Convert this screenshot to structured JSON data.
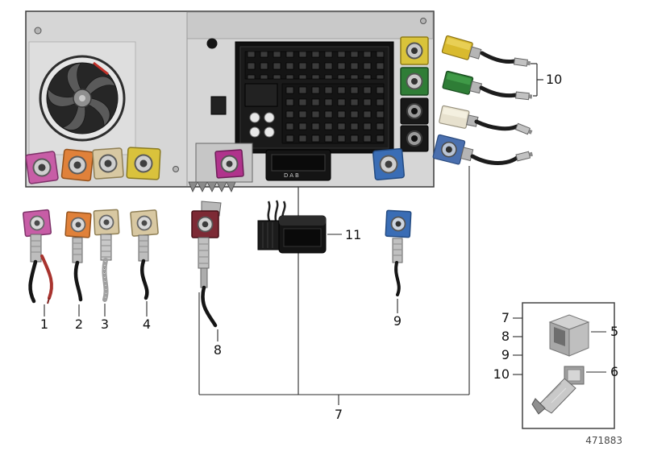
{
  "part_number": "471883",
  "unit": {
    "dab_label": "DAB"
  },
  "callouts": {
    "n1": "1",
    "n2": "2",
    "n3": "3",
    "n4": "4",
    "n5": "5",
    "n6": "6",
    "n7": "7",
    "n8": "8",
    "n9": "9",
    "n10": "10",
    "n11": "11"
  },
  "colors": {
    "fakra_pink": "#c75da6",
    "fakra_orange": "#e0813a",
    "fakra_beige": "#d8c8a2",
    "fakra_yellow": "#d9c23c",
    "fakra_magenta": "#b0338c",
    "fakra_blue": "#3a6db5",
    "fakra_bordeaux": "#7d2a35",
    "rca_yellow": "#d9c33a",
    "rca_green": "#2f7d36",
    "lead_cream": "#e7e1ce",
    "cable_black": "#151515",
    "wire_red": "#a8332e"
  }
}
